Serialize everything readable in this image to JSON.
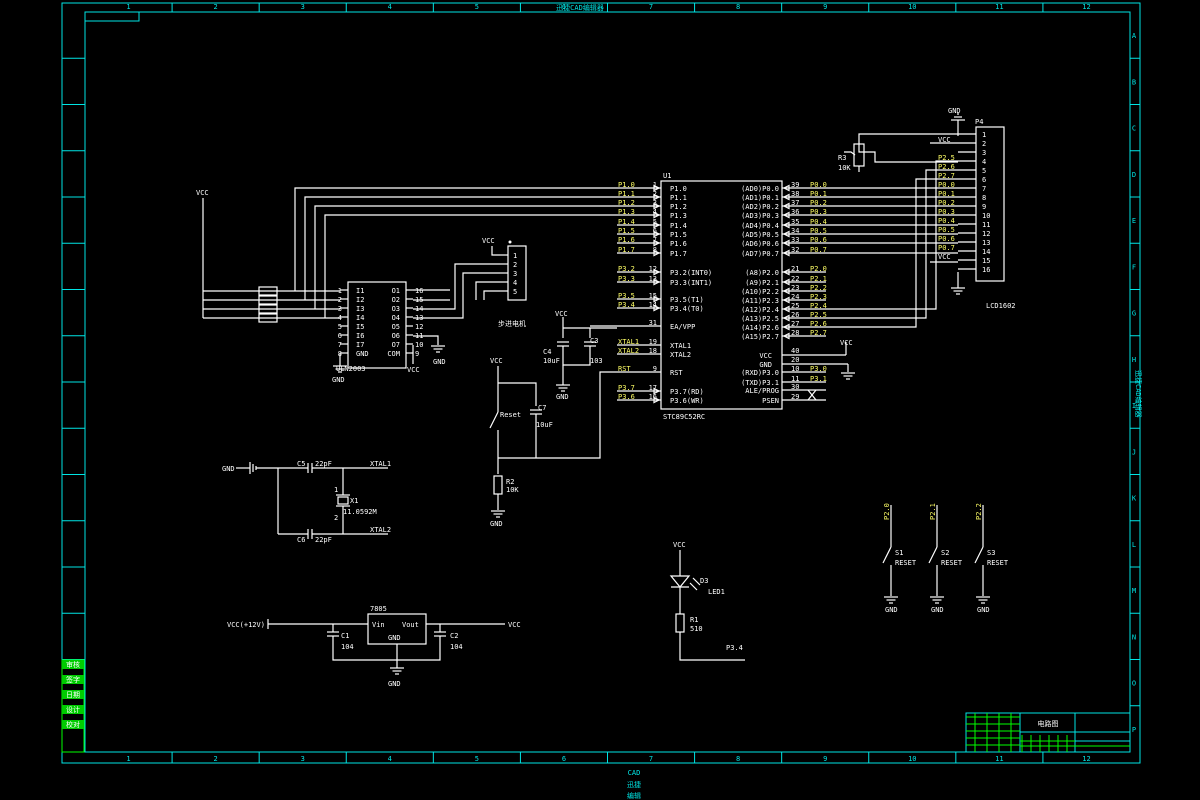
{
  "frame": {
    "top_title": "迅捷CAD编辑器",
    "bottom_caption": "CAD",
    "bottom_lines": [
      "迅捷",
      "编辑"
    ],
    "columns": [
      "1",
      "2",
      "3",
      "4",
      "5",
      "6",
      "7",
      "8",
      "9",
      "10",
      "11",
      "12"
    ],
    "rows": [
      "A",
      "B",
      "C",
      "D",
      "E",
      "F",
      "G",
      "H",
      "I",
      "J",
      "K",
      "L",
      "M",
      "N",
      "O",
      "P"
    ],
    "side_text": "迅捷CAD编辑器"
  },
  "mcu": {
    "ref": "U1",
    "part": "STC89C52RC",
    "port1_nets": [
      "P1.0",
      "P1.1",
      "P1.2",
      "P1.3",
      "P1.4",
      "P1.5",
      "P1.6",
      "P1.7"
    ],
    "port1_pins": [
      "1",
      "2",
      "3",
      "4",
      "5",
      "6",
      "7",
      "8"
    ],
    "port1_labels": [
      "P1.0",
      "P1.1",
      "P1.2",
      "P1.3",
      "P1.4",
      "P1.5",
      "P1.6",
      "P1.7"
    ],
    "port3a_nets": [
      "P3.2",
      "P3.3"
    ],
    "port3a_pins": [
      "12",
      "13"
    ],
    "port3a_labels": [
      "P3.2(INT0)",
      "P3.3(INT1)"
    ],
    "port3b_nets": [
      "P3.5",
      "P3.4"
    ],
    "port3b_pins": [
      "15",
      "14"
    ],
    "port3b_labels": [
      "P3.5(T1)",
      "P3.4(T0)"
    ],
    "ea_pin": "31",
    "ea_label": "EA/VPP",
    "xtal_nets": [
      "XTAL1",
      "XTAL2"
    ],
    "xtal_pins": [
      "19",
      "18"
    ],
    "xtal_labels": [
      "XTAL1",
      "XTAL2"
    ],
    "rst_net": "RST",
    "rst_pin": "9",
    "rst_label": "RST",
    "port3c_nets": [
      "P3.7",
      "P3.6"
    ],
    "port3c_pins": [
      "17",
      "16"
    ],
    "port3c_labels": [
      "P3.7(RD)",
      "P3.6(WR)"
    ],
    "port0_labels": [
      "(AD0)P0.0",
      "(AD1)P0.1",
      "(AD2)P0.2",
      "(AD3)P0.3",
      "(AD4)P0.4",
      "(AD5)P0.5",
      "(AD6)P0.6",
      "(AD7)P0.7"
    ],
    "port0_pins": [
      "39",
      "38",
      "37",
      "36",
      "35",
      "34",
      "33",
      "32"
    ],
    "port0_nets": [
      "P0.0",
      "P0.1",
      "P0.2",
      "P0.3",
      "P0.4",
      "P0.5",
      "P0.6",
      "P0.7"
    ],
    "port2_labels": [
      "(A8)P2.0",
      "(A9)P2.1",
      "(A10)P2.2",
      "(A11)P2.3",
      "(A12)P2.4",
      "(A13)P2.5",
      "(A14)P2.6",
      "(A15)P2.7"
    ],
    "port2_pins": [
      "21",
      "22",
      "23",
      "24",
      "25",
      "26",
      "27",
      "28"
    ],
    "port2_nets": [
      "P2.0",
      "P2.1",
      "P2.2",
      "P2.3",
      "P2.4",
      "P2.5",
      "P2.6",
      "P2.7"
    ],
    "vcc_label": "VCC",
    "vcc_pin": "40",
    "gnd_label": "GND",
    "gnd_pin": "20",
    "misc_labels": [
      "(RXD)P3.0",
      "(TXD)P3.1",
      "ALE/PROG",
      "PSEN"
    ],
    "misc_pins": [
      "10",
      "11",
      "30",
      "29"
    ],
    "misc_nets": [
      "P3.0",
      "P3.1"
    ]
  },
  "driver": {
    "ref": "ULN2003",
    "left_pins": [
      "1",
      "2",
      "3",
      "4",
      "5",
      "6",
      "7",
      "8"
    ],
    "left_labels": [
      "I1",
      "I2",
      "I3",
      "I4",
      "I5",
      "I6",
      "I7",
      "GND"
    ],
    "right_pins": [
      "16",
      "15",
      "14",
      "13",
      "12",
      "11",
      "10",
      "9"
    ],
    "right_labels": [
      "O1",
      "O2",
      "O3",
      "O4",
      "O5",
      "O6",
      "O7",
      "COM"
    ],
    "vcc": "VCC",
    "gnd": "GND"
  },
  "stepper": {
    "label": "步进电机",
    "pins": [
      "1",
      "2",
      "3",
      "4",
      "5"
    ],
    "vcc": "VCC"
  },
  "lcd": {
    "ref": "P4",
    "name": "LCD1602",
    "pins": [
      "1",
      "2",
      "3",
      "4",
      "5",
      "6",
      "7",
      "8",
      "9",
      "10",
      "11",
      "12",
      "13",
      "14",
      "15",
      "16"
    ],
    "pin_nets": [
      "",
      "VCC",
      "",
      "P2.5",
      "P2.6",
      "P2.7",
      "P0.0",
      "P0.1",
      "P0.2",
      "P0.3",
      "P0.4",
      "P0.5",
      "P0.6",
      "P0.7",
      "VCC",
      ""
    ],
    "gnd": "GND",
    "pot_ref": "R3",
    "pot_value": "10K"
  },
  "power_filter": {
    "vcc": "VCC",
    "c4_ref": "C4",
    "c4_value": "10uF",
    "c3_ref": "C3",
    "c3_value": "103",
    "gnd": "GND"
  },
  "reset": {
    "vcc": "VCC",
    "switch_label": "Reset",
    "c7_ref": "C7",
    "c7_value": "10uF",
    "r2_ref": "R2",
    "r2_value": "10K",
    "gnd": "GND"
  },
  "crystal": {
    "gnd": "GND",
    "c5_ref": "C5",
    "c5_value": "22pF",
    "c6_ref": "C6",
    "c6_value": "22pF",
    "xtal1": "XTAL1",
    "xtal2": "XTAL2",
    "x_ref": "X1",
    "x_value": "11.0592M",
    "pin1": "1",
    "pin2": "2"
  },
  "regulator": {
    "ref": "7805",
    "vin": "Vin",
    "vout": "Vout",
    "gnd_pin": "GND",
    "input": "VCC(+12V)",
    "output": "VCC",
    "c1_ref": "C1",
    "c1_value": "104",
    "c2_ref": "C2",
    "c2_value": "104",
    "gnd": "GND"
  },
  "led": {
    "vcc": "VCC",
    "d_ref": "D3",
    "d_value": "LED1",
    "r_ref": "R1",
    "r_value": "510",
    "net": "P3.4"
  },
  "buttons": [
    {
      "net": "P2.0",
      "ref": "S1",
      "type": "RESET",
      "gnd": "GND"
    },
    {
      "net": "P2.1",
      "ref": "S2",
      "type": "RESET",
      "gnd": "GND"
    },
    {
      "net": "P2.2",
      "ref": "S3",
      "type": "RESET",
      "gnd": "GND"
    }
  ],
  "title_block": {
    "title": "电路图"
  },
  "left_stamp": [
    "审核",
    "签字",
    "日期",
    "设计",
    "校对"
  ]
}
